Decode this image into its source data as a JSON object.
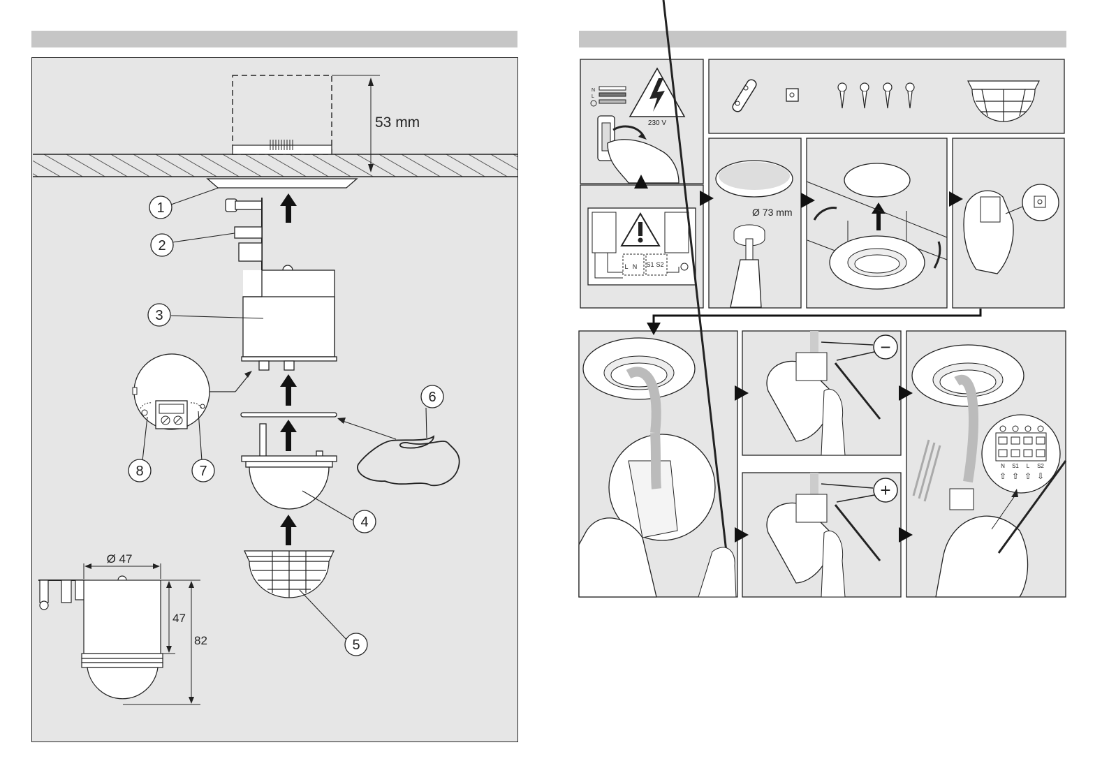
{
  "left_page": {
    "mounting_depth": "53 mm",
    "callouts": [
      "1",
      "2",
      "3",
      "4",
      "5",
      "6",
      "7",
      "8"
    ],
    "dimensions": {
      "diameter": "Ø 47",
      "body_height": "47",
      "total_height": "82"
    }
  },
  "right_page": {
    "voltage": "230 V",
    "terminal_labels_box": [
      "L",
      "N",
      "S1",
      "S2"
    ],
    "hole_diameter": "Ø 73 mm",
    "polarity": {
      "minus": "−",
      "plus": "+"
    },
    "terminal_labels_block": [
      "N",
      "S1",
      "L",
      "S2"
    ]
  }
}
